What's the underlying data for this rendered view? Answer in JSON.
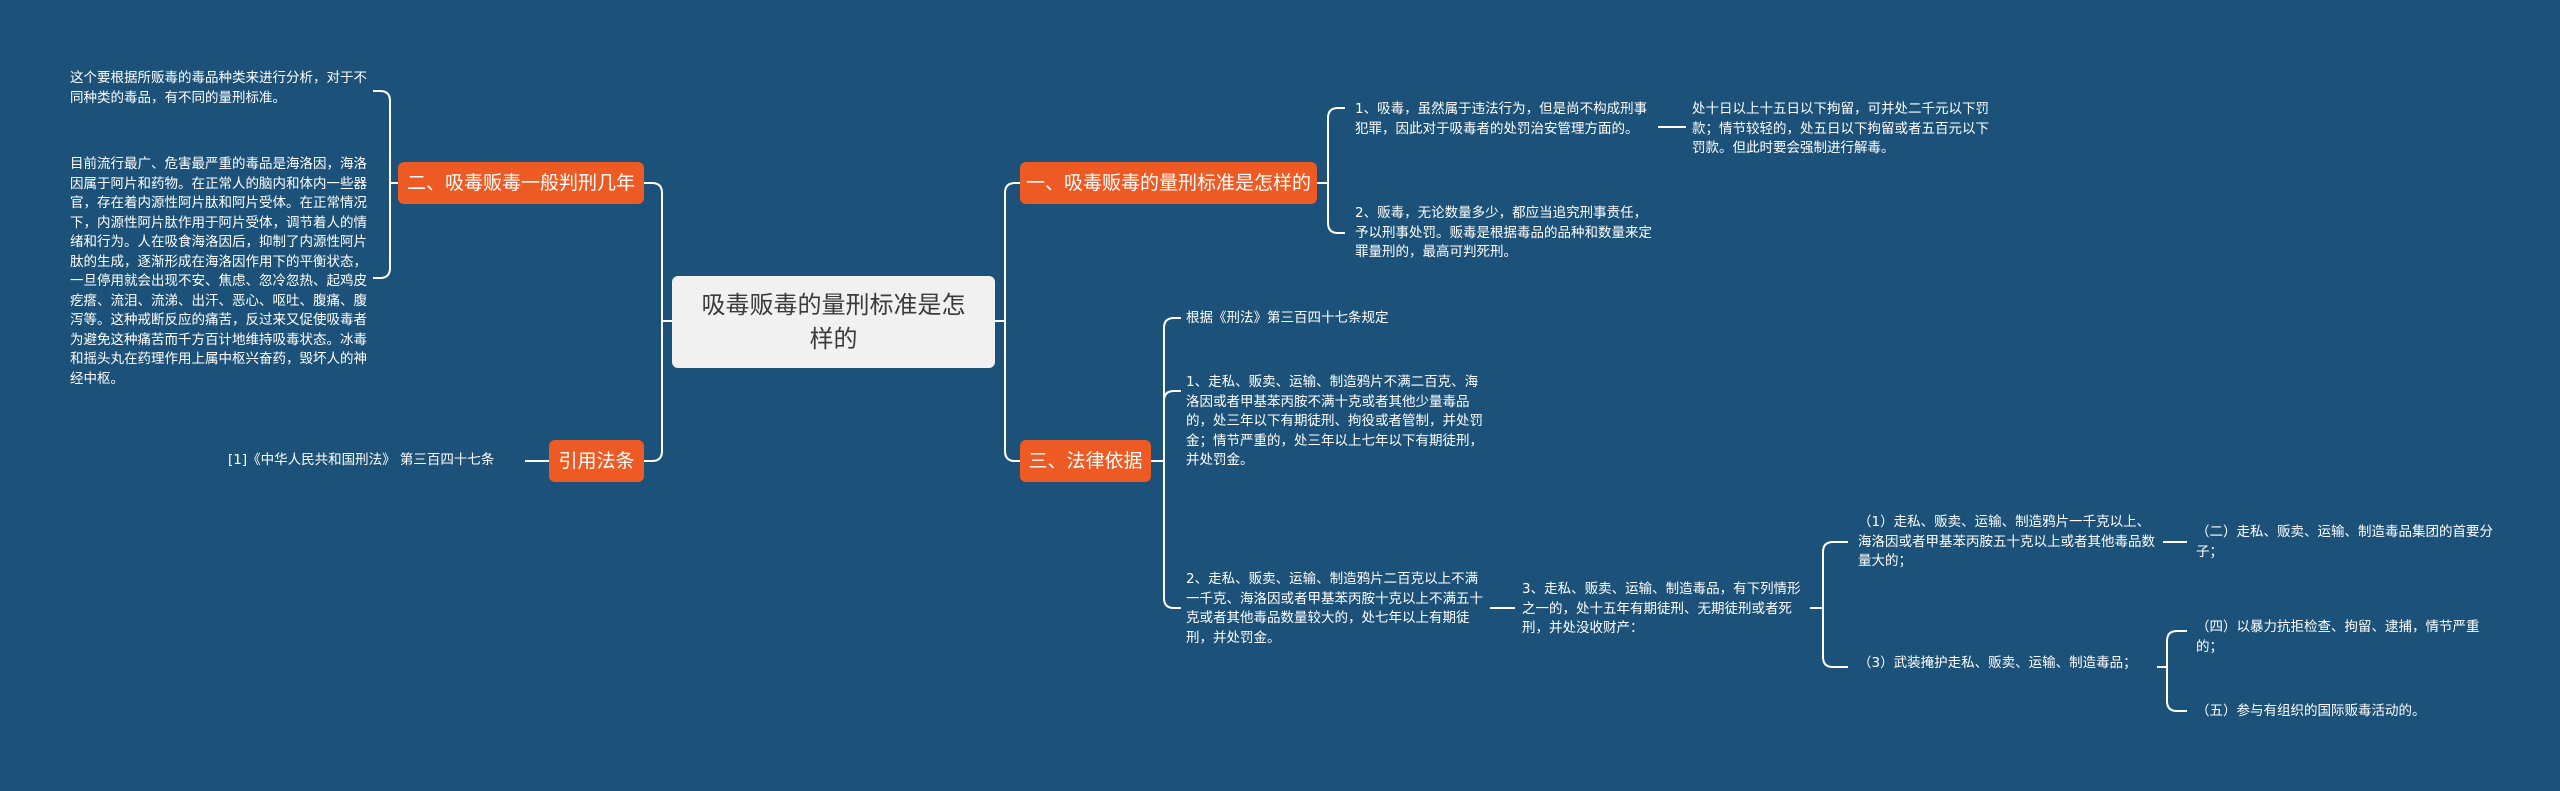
{
  "center": {
    "label": "吸毒贩毒的量刑标准是怎样的"
  },
  "left": {
    "branch_penalty": {
      "label": "二、吸毒贩毒一般判刑几年",
      "note_types": "这个要根据所贩毒的毒品种类来进行分析，对于不同种类的毒品，有不同的量刑标准。",
      "note_heroin": "目前流行最广、危害最严重的毒品是海洛因，海洛因属于阿片和药物。在正常人的脑内和体内一些器官，存在着内源性阿片肽和阿片受体。在正常情况下，内源性阿片肽作用于阿片受体，调节着人的情绪和行为。人在吸食海洛因后，抑制了内源性阿片肽的生成，逐渐形成在海洛因作用下的平衡状态，一旦停用就会出现不安、焦虑、忽冷忽热、起鸡皮疙瘩、流泪、流涕、出汗、恶心、呕吐、腹痛、腹泻等。这种戒断反应的痛苦，反过来又促使吸毒者为避免这种痛苦而千方百计地维持吸毒状态。冰毒和摇头丸在药理作用上属中枢兴奋药，毁坏人的神经中枢。"
    },
    "branch_cite": {
      "label": "引用法条",
      "ref": "[1]《中华人民共和国刑法》 第三百四十七条"
    }
  },
  "right": {
    "branch_standard": {
      "label": "一、吸毒贩毒的量刑标准是怎样的",
      "item_drug_use": "1、吸毒，虽然属于违法行为，但是尚不构成刑事犯罪，因此对于吸毒者的处罚治安管理方面的。",
      "item_drug_use_detail": "处十日以上十五日以下拘留，可并处二千元以下罚款；情节较轻的，处五日以下拘留或者五百元以下罚款。但此时要会强制进行解毒。",
      "item_trafficking": "2、贩毒，无论数量多少，都应当追究刑事责任，予以刑事处罚。贩毒是根据毒品的品种和数量来定罪量刑的，最高可判死刑。"
    },
    "branch_basis": {
      "label": "三、法律依据",
      "intro": "根据《刑法》第三百四十七条规定",
      "clause_1": "1、走私、贩卖、运输、制造鸦片不满二百克、海洛因或者甲基苯丙胺不满十克或者其他少量毒品的，处三年以下有期徒刑、拘役或者管制，并处罚金；情节严重的，处三年以上七年以下有期徒刑，并处罚金。",
      "clause_2": "2、走私、贩卖、运输、制造鸦片二百克以上不满一千克、海洛因或者甲基苯丙胺十克以上不满五十克或者其他毒品数量较大的，处七年以上有期徒刑，并处罚金。",
      "clause_3": "3、走私、贩卖、运输、制造毒品，有下列情形之一的，处十五年有期徒刑、无期徒刑或者死刑，并处没收财产：",
      "sub_1": "（1）走私、贩卖、运输、制造鸦片一千克以上、海洛因或者甲基苯丙胺五十克以上或者其他毒品数量大的；",
      "sub_2": "（二）走私、贩卖、运输、制造毒品集团的首要分子；",
      "sub_3": "（3）武装掩护走私、贩卖、运输、制造毒品；",
      "sub_4": "（四）以暴力抗拒检查、拘留、逮捕，情节严重的；",
      "sub_5": "（五）参与有组织的国际贩毒活动的。"
    }
  }
}
